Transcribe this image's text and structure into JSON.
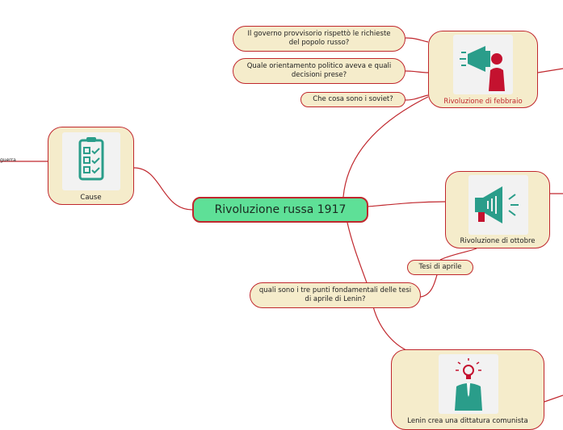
{
  "root": {
    "title": "Rivoluzione russa 1917"
  },
  "cards": {
    "cause": {
      "label": "Cause",
      "icon": "checklist-icon"
    },
    "febbraio": {
      "label": "Rivoluzione di febbraio",
      "icon": "megaphone-person-icon"
    },
    "ottobre": {
      "label": "Rivoluzione di ottobre",
      "icon": "megaphone-icon"
    },
    "lenin": {
      "label": "Lenin crea una dittatura comunista",
      "icon": "lightbulb-businessman-icon"
    }
  },
  "questions": {
    "q1": "Il governo provvisorio rispettò le richieste del popolo russo?",
    "q2": "Quale orientamento politico aveva e quali decisioni prese?",
    "q3": "Che cosa sono i soviet?",
    "q4": "quali sono i tre punti fondamentali delle tesi di aprile di Lenin?"
  },
  "topics": {
    "tesi": "Tesi di aprile"
  },
  "edge_labels": {
    "guerra": "guerra"
  },
  "colors": {
    "accent": "#c0272d",
    "node_fill": "#f5eccb",
    "root_fill": "#5ee097",
    "icon_teal": "#2a9d8a"
  }
}
